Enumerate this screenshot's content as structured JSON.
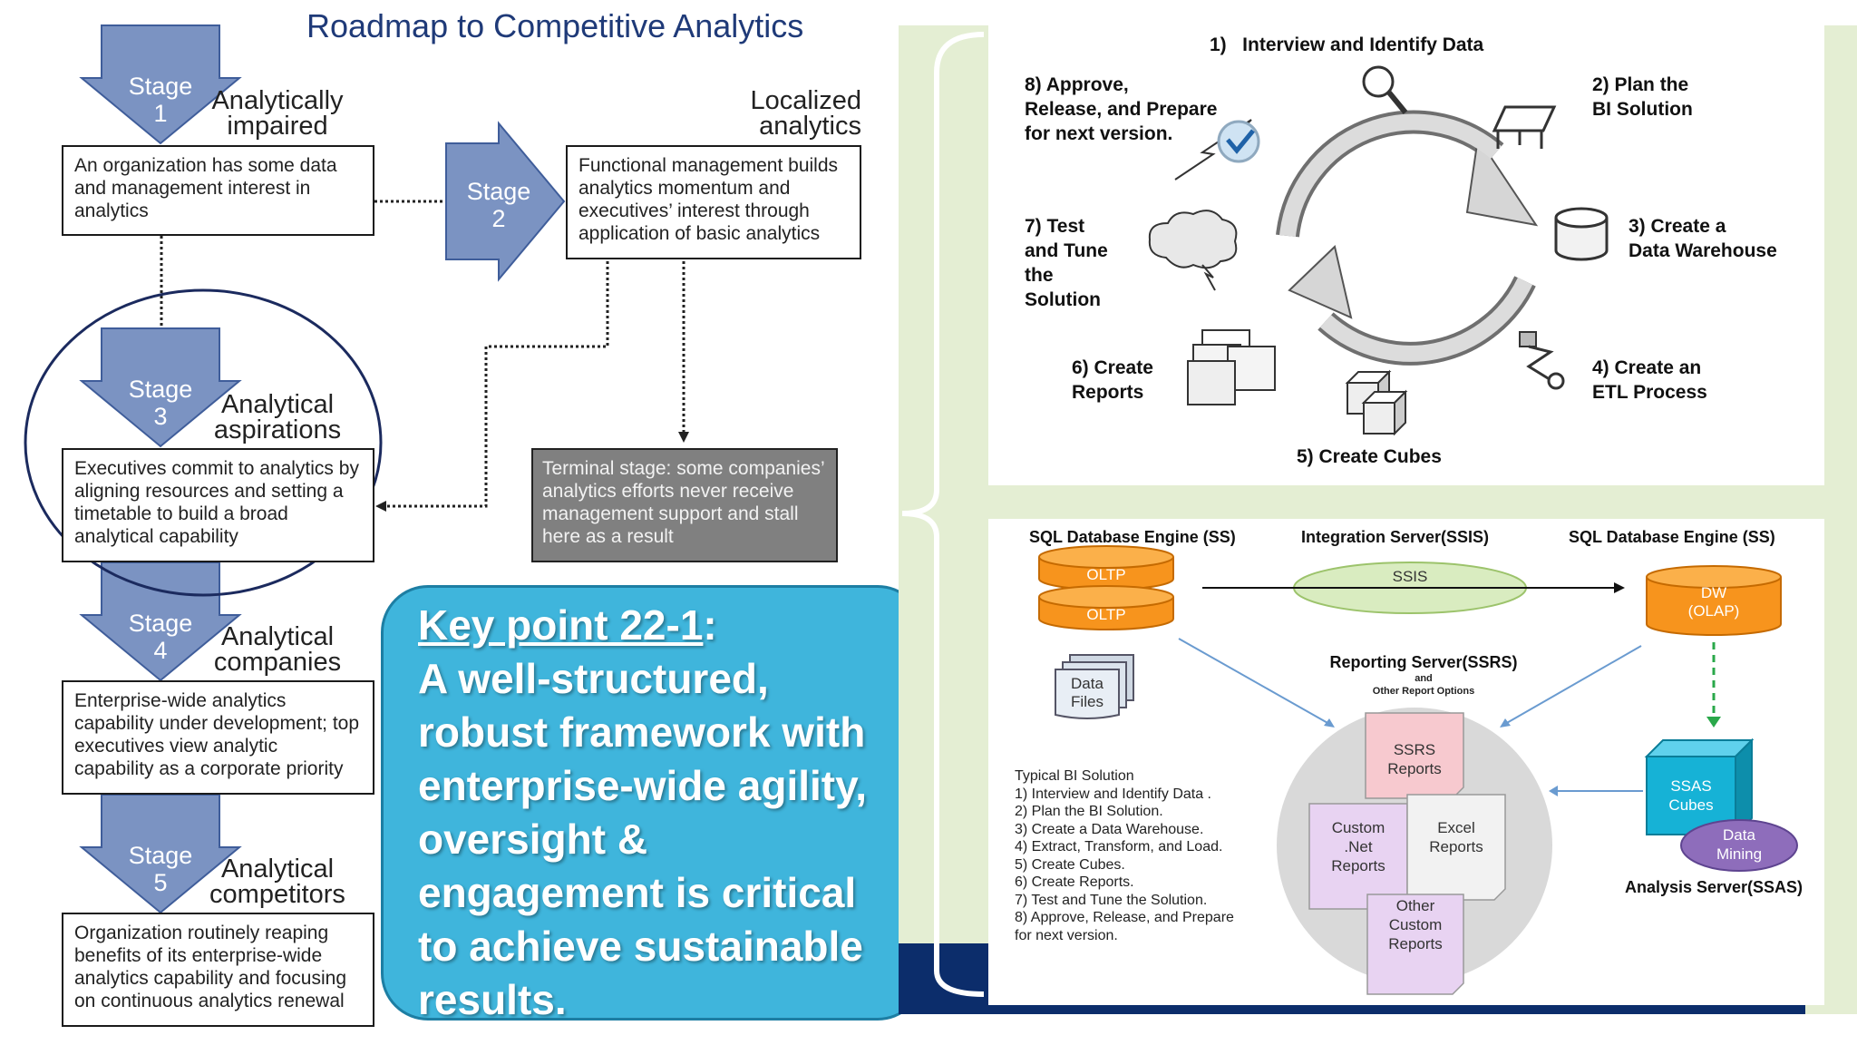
{
  "title": "Roadmap to Competitive Analytics",
  "stages": [
    {
      "arrow": "Stage\n1",
      "label": "Analytically\nimpaired",
      "text": "An organization has some data and management interest in analytics"
    },
    {
      "arrow": "Stage\n2",
      "label": "Localized\nanalytics",
      "text": "Functional management builds analytics momentum and executives’ interest through application of basic analytics"
    },
    {
      "arrow": "Stage\n3",
      "label": "Analytical\naspirations",
      "text": "Executives commit to analytics by aligning resources and setting a timetable to build a broad analytical capability"
    },
    {
      "arrow": "Stage\n4",
      "label": "Analytical\ncompanies",
      "text": "Enterprise-wide analytics capability under development; top executives view analytic capability as a corporate priority"
    },
    {
      "arrow": "Stage\n5",
      "label": "Analytical\ncompetitors",
      "text": "Organization routinely reaping benefits of its enterprise-wide analytics capability and focusing on continuous analytics renewal"
    }
  ],
  "terminal": "Terminal stage: some companies’ analytics efforts never receive management support and stall here as a result",
  "key_point": {
    "title": "Key point 22-1",
    "colon": ":",
    "body": "A well-structured, robust framework with enterprise-wide agility, oversight & engagement is critical to achieve sustainable results."
  },
  "cycle": {
    "steps": [
      "1)   Interview and Identify Data",
      "2) Plan the\nBI Solution",
      "3) Create a\nData Warehouse",
      "4) Create an\nETL Process",
      "5) Create Cubes",
      "6) Create\nReports",
      "7) Test\nand Tune\nthe\nSolution",
      "8) Approve,\nRelease, and Prepare\nfor next version."
    ]
  },
  "bi": {
    "sql_left": "SQL Database Engine (SS)",
    "integration": "Integration Server(SSIS)",
    "sql_right": "SQL Database Engine (SS)",
    "oltp1": "OLTP",
    "oltp2": "OLTP",
    "ssis": "SSIS",
    "dw": "DW\n(OLAP)",
    "data_files": "Data\nFiles",
    "reporting": "Reporting Server(SSRS)",
    "and": "and",
    "other_options": "Other Report Options",
    "ssrs_reports": "SSRS\nReports",
    "excel_reports": "Excel\nReports",
    "custom_net": "Custom\n.Net\nReports",
    "other_custom": "Other\nCustom\nReports",
    "ssas_cubes": "SSAS\nCubes",
    "data_mining": "Data\nMining",
    "analysis": "Analysis Server(SSAS)",
    "typical_title": "Typical BI Solution",
    "typical_steps": [
      "1) Interview and Identify Data .",
      "2) Plan the BI Solution.",
      "3) Create a Data Warehouse.",
      "4) Extract, Transform, and Load.",
      "5) Create Cubes.",
      "6) Create Reports.",
      "7) Test and Tune the Solution.",
      "8) Approve, Release, and Prepare",
      "for next version."
    ]
  },
  "colors": {
    "arrow_fill": "#7b93c2",
    "arrow_stroke": "#3f5d9a",
    "title": "#1f3a78",
    "key_bg": "#3fb5dc",
    "oval": "#1b2a5e",
    "bg_green": "#e4eed3",
    "navy": "#0c2d6b",
    "cyl_orange": "#f7941d",
    "ssas_cyan": "#16b2d6",
    "mining_purple": "#8e6dbb"
  }
}
